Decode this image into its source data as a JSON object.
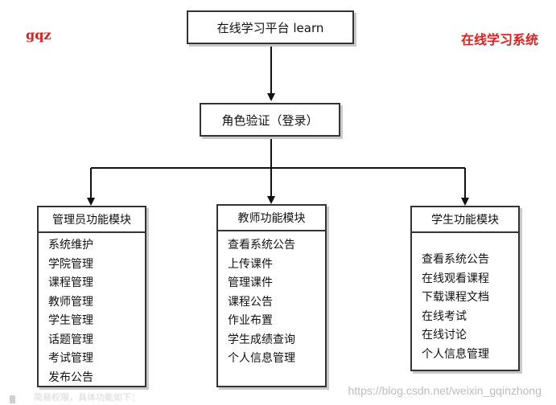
{
  "corner_left": "gqz",
  "corner_right": "在线学习系统",
  "root": {
    "label": "在线学习平台 learn"
  },
  "auth": {
    "label": "角色验证（登录）"
  },
  "modules": [
    {
      "title": "管理员功能模块",
      "items": [
        "系统维护",
        "学院管理",
        "课程管理",
        "教师管理",
        "学生管理",
        "话题管理",
        "考试管理",
        "发布公告"
      ]
    },
    {
      "title": "教师功能模块",
      "items": [
        "查看系统公告",
        "上传课件",
        "管理课件",
        "课程公告",
        "作业布置",
        "学生成绩查询",
        "个人信息管理"
      ]
    },
    {
      "title": "学生功能模块",
      "items": [
        "查看系统公告",
        "在线观看课程",
        "下载课程文档",
        "在线考试",
        "在线讨论",
        "个人信息管理"
      ]
    }
  ],
  "watermark": "https://blog.csdn.net/weixin_gqinzhong",
  "bottom_fragment": "简易权限，具体功能如下："
}
